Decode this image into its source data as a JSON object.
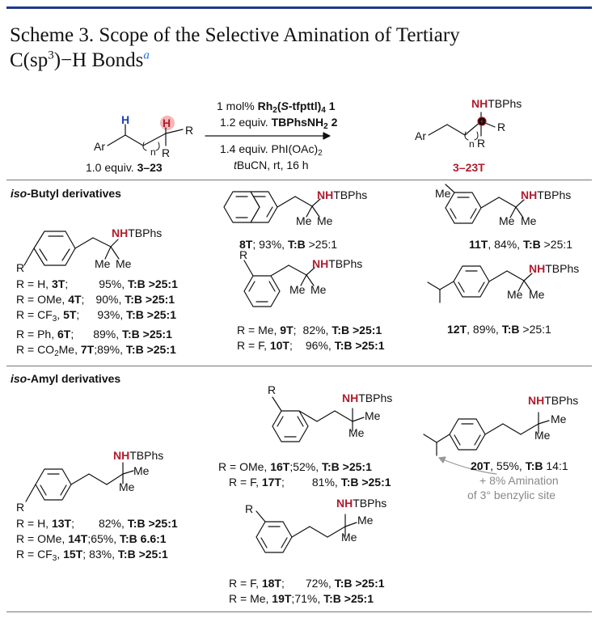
{
  "scheme": {
    "title_line1": "Scheme 3. Scope of the Selective Amination of Tertiary",
    "title_line2_a": "C(sp",
    "title_line2_sup": "3",
    "title_line2_b": ")−H Bonds",
    "title_footnote": "a"
  },
  "reaction": {
    "sm_h1": "H",
    "sm_h2": "H",
    "sm_ar": "Ar",
    "sm_n": "n",
    "sm_r1": "R",
    "sm_r2": "R",
    "sm_equiv_a": "1.0 equiv. ",
    "sm_equiv_b": "3–23",
    "cond1_a": "1 mol% ",
    "cond1_b": "Rh",
    "cond1_sub1": "2",
    "cond1_c": "(",
    "cond1_d": "S",
    "cond1_e": "-tfpttl)",
    "cond1_sub2": "4",
    "cond1_f": " 1",
    "cond2_a": "1.2 equiv. ",
    "cond2_b": "TBPhsNH",
    "cond2_sub": "2",
    "cond2_c": " 2",
    "cond3_a": "1.4 equiv. PhI(OAc)",
    "cond3_sub": "2",
    "cond4_a": "t",
    "cond4_b": "BuCN, rt, 16 h",
    "pr_nh": "NH",
    "pr_tbphs": "TBPhs",
    "pr_ar": "Ar",
    "pr_n": "n",
    "pr_r1": "R",
    "pr_r2": "R",
    "pr_label": "3–23T"
  },
  "section1": {
    "heading_a": "iso",
    "heading_b": "-Butyl derivatives",
    "ring_r": "R",
    "nh": "NH",
    "tbphs": "TBPhs",
    "me": "Me",
    "entries": [
      {
        "r": "R = H, ",
        "cmpd": "3T",
        "sep": ";",
        "yield": "95%, ",
        "tb": "T:B >25:1"
      },
      {
        "r": "R = OMe, ",
        "cmpd": "4T",
        "sep": ";",
        "yield": "90%, ",
        "tb": "T:B >25:1"
      },
      {
        "r": "R = CF",
        "r_sub": "3",
        "r_tail": ", ",
        "cmpd": "5T",
        "sep": ";",
        "yield": "93%, ",
        "tb": "T:B >25:1"
      },
      {
        "r": "R = Ph, ",
        "cmpd": "6T",
        "sep": ";",
        "yield": "89%, ",
        "tb": "T:B >25:1"
      },
      {
        "r": "R = CO",
        "r_sub": "2",
        "r_tail": "Me, ",
        "cmpd": "7T",
        "sep": ";",
        "yield": "89%, ",
        "tb": "T:B >25:1"
      }
    ],
    "cmpd8": {
      "cmpd": "8T",
      "rest": "; 93%, ",
      "tb": "T:B",
      "ratio": " >25:1"
    },
    "cmpd9_10": [
      {
        "r": "R = Me, ",
        "cmpd": "9T",
        "sep": ";",
        "yield": "82%, ",
        "tb": "T:B >25:1"
      },
      {
        "r": "R = F, ",
        "cmpd": "10T",
        "sep": ";",
        "yield": "96%, ",
        "tb": "T:B >25:1"
      }
    ],
    "cmpd11": {
      "me_sub": "Me",
      "cmpd": "11T",
      "rest": ", 84%, ",
      "tb": "T:B",
      "ratio": " >25:1"
    },
    "cmpd12": {
      "cmpd": "12T",
      "rest": ", 89%, ",
      "tb": "T:B",
      "ratio": " >25:1"
    }
  },
  "section2": {
    "heading_a": "iso",
    "heading_b": "-Amyl derivatives",
    "ring_r": "R",
    "nh": "NH",
    "tbphs": "TBPhs",
    "me": "Me",
    "entries13": [
      {
        "r": "R = H, ",
        "cmpd": "13T",
        "sep": ";",
        "yield": "82%, ",
        "tb": "T:B >25:1"
      },
      {
        "r": "R = OMe, ",
        "cmpd": "14T",
        "sep": ";",
        "yield": "65%, ",
        "tb": "T:B 6.6:1"
      },
      {
        "r": "R = CF",
        "r_sub": "3",
        "r_tail": ", ",
        "cmpd": "15T",
        "sep": ";",
        "yield": "83%, ",
        "tb": "T:B >25:1"
      }
    ],
    "entries16": [
      {
        "r": "R = OMe, ",
        "cmpd": "16T",
        "sep": ";",
        "yield": "52%, ",
        "tb": "T:B >25:1"
      },
      {
        "r": "R = F, ",
        "cmpd": "17T",
        "sep": ";",
        "yield": "81%, ",
        "tb": "T:B >25:1"
      }
    ],
    "entries18": [
      {
        "r": "R = F, ",
        "cmpd": "18T",
        "sep": ";",
        "yield": "72%, ",
        "tb": "T:B >25:1"
      },
      {
        "r": "R = Me, ",
        "cmpd": "19T",
        "sep": ";",
        "yield": "71%, ",
        "tb": "T:B >25:1"
      }
    ],
    "cmpd20": {
      "cmpd": "20T",
      "rest": ", 55%, ",
      "tb": "T:B",
      "ratio": " 14:1",
      "note1": "+ 8% Amination",
      "note2": "of 3° benzylic site"
    }
  },
  "colors": {
    "heading_bar": "#1f3a8a",
    "highlight_red": "#b01c2e",
    "footnote_blue": "#1f6fd1"
  }
}
